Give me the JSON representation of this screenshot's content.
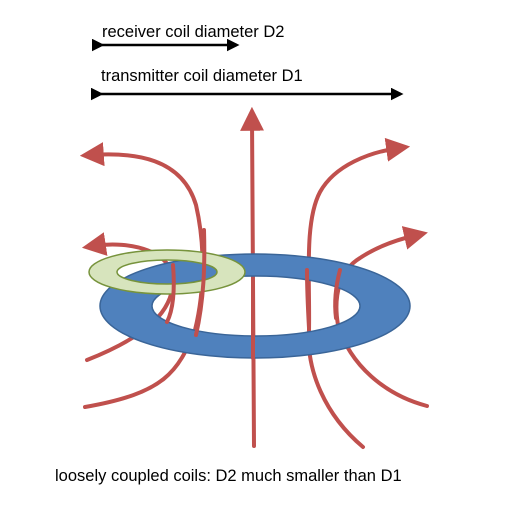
{
  "labels": {
    "receiver_diameter": "receiver  coil diameter D2",
    "transmitter_diameter": "transmitter coil diameter D1",
    "caption": "loosely coupled coils: D2 much smaller than D1"
  },
  "colors": {
    "field_line": "#C0504D",
    "transmitter_coil": "#4F81BD",
    "transmitter_coil_edge": "#3A6598",
    "receiver_coil": "#D7E4BD",
    "receiver_coil_edge": "#77933C",
    "dimension_arrow": "#000000"
  }
}
